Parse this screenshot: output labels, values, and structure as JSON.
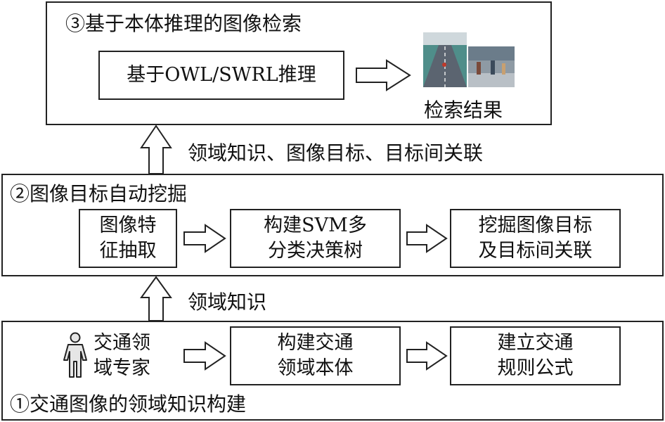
{
  "panel3": {
    "title": "③基于本体推理的图像检索",
    "box": "基于OWL/SWRL推理",
    "result_label": "检索结果"
  },
  "edge_upper": "领域知识、图像目标、目标间关联",
  "panel2": {
    "title": "②图像目标自动挖掘",
    "box1": [
      "图像特",
      "征抽取"
    ],
    "box2": [
      "构建SVM多",
      "分类决策树"
    ],
    "box3": [
      "挖掘图像目标",
      "及目标间关联"
    ]
  },
  "edge_lower": "领域知识",
  "panel1": {
    "title": "①交通图像的领域知识构建",
    "expert": [
      "交通领",
      "域专家"
    ],
    "box1": [
      "构建交通",
      "领域本体"
    ],
    "box2": [
      "建立交通",
      "规则公式"
    ]
  },
  "colors": {
    "stroke": "#222222",
    "road": "#3a7f8a",
    "street": "#9aa6b0"
  },
  "icons": {
    "person": "person-icon",
    "result_images": "traffic-image-thumbnails"
  }
}
